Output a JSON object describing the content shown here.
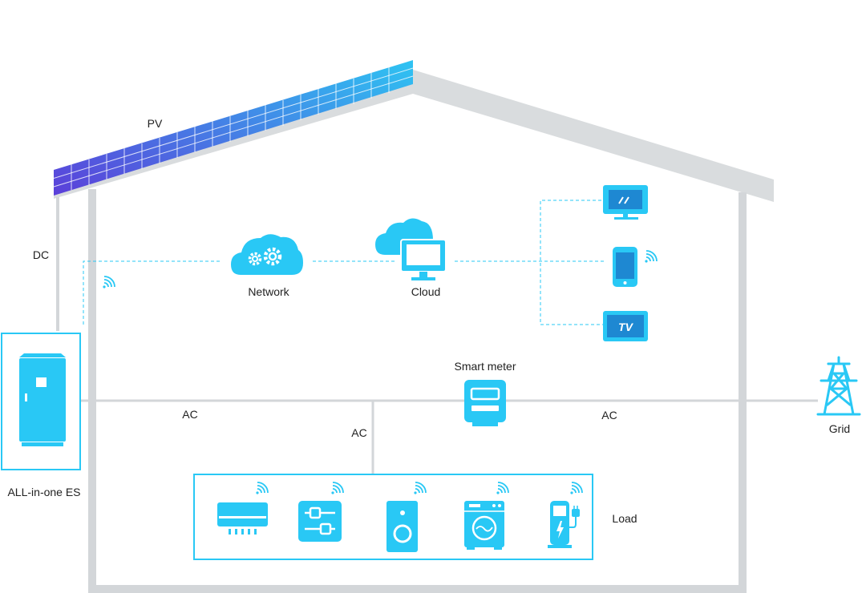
{
  "labels": {
    "pv": "PV",
    "dc": "DC",
    "network": "Network",
    "cloud": "Cloud",
    "smart_meter": "Smart meter",
    "ac_left": "AC",
    "ac_mid": "AC",
    "ac_right": "AC",
    "grid": "Grid",
    "all_in_one": "ALL-in-one ES",
    "load": "Load",
    "tv_text": "TV"
  },
  "colors": {
    "accent": "#29C8F5",
    "wall": "#D3D6D9",
    "roof": "#D9DCDE",
    "panel_start": "#5B3FD9",
    "panel_end": "#2EC4F2"
  },
  "icons": {
    "network": "cloud-gear-icon",
    "cloud": "cloud-monitor-icon",
    "devices": [
      "monitor-icon",
      "smartphone-icon",
      "tv-icon"
    ],
    "loads": [
      "air-conditioner-icon",
      "control-panel-icon",
      "speaker-icon",
      "washing-machine-icon",
      "ev-charger-icon"
    ],
    "storage": "battery-cabinet-icon",
    "meter": "smart-meter-icon",
    "grid": "transmission-tower-icon"
  }
}
